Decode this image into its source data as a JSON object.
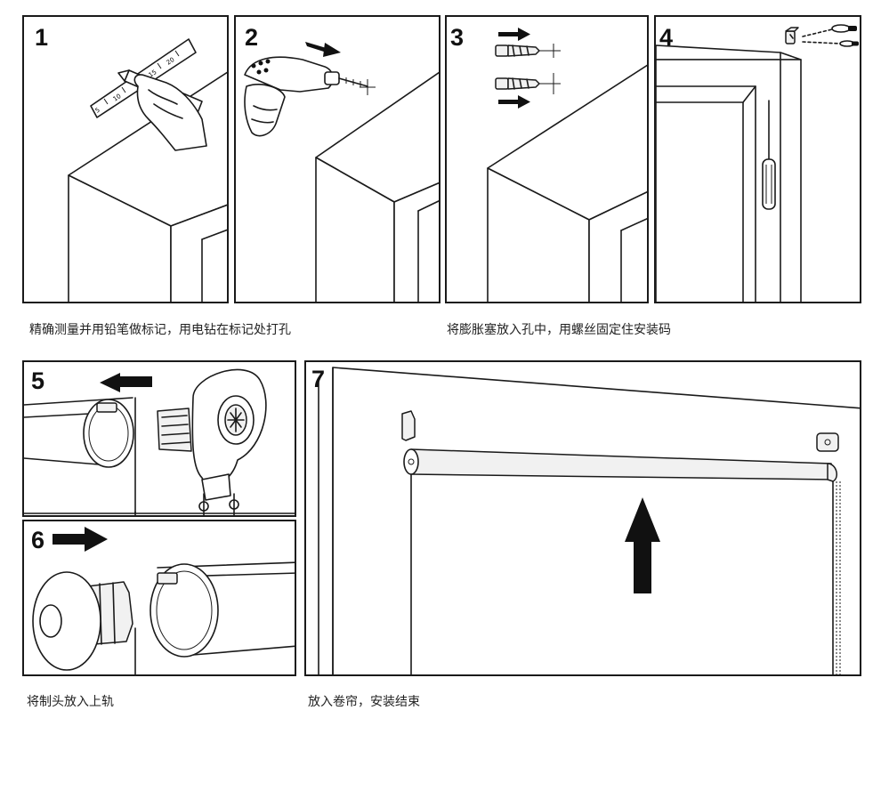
{
  "steps": [
    {
      "number": "1",
      "subject": "measure-and-mark"
    },
    {
      "number": "2",
      "subject": "drill-hole"
    },
    {
      "number": "3",
      "subject": "insert-anchors"
    },
    {
      "number": "4",
      "subject": "screw-brackets"
    },
    {
      "number": "5",
      "subject": "insert-control-head"
    },
    {
      "number": "6",
      "subject": "insert-end-plug"
    },
    {
      "number": "7",
      "subject": "install-roller-blind"
    }
  ],
  "captions": {
    "steps_1_2": "精确测量并用铅笔做标记，用电钻在标记处打孔",
    "steps_3_4": "将膨胀塞放入孔中，用螺丝固定住安装码",
    "steps_5_6": "将制头放入上轨",
    "step_7": "放入卷帘，安装结束"
  },
  "ruler_ticks": [
    "5",
    "10",
    "15",
    "20"
  ],
  "icons": [
    "pencil-icon",
    "ruler-icon",
    "hand-icon",
    "drill-icon",
    "wall-anchor-icon",
    "bracket-icon",
    "screwdriver-icon",
    "screw-icon",
    "control-head-icon",
    "end-plug-icon",
    "arrow-right-icon",
    "arrow-left-icon",
    "arrow-up-icon"
  ],
  "colors": {
    "line": "#1a1a1a",
    "background": "#ffffff",
    "arrow": "#111111"
  }
}
